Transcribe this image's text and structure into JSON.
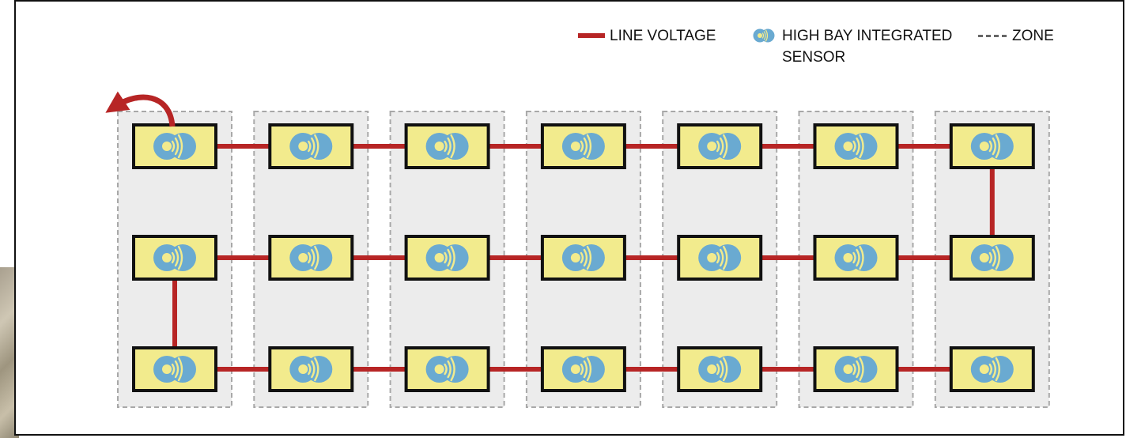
{
  "legend": {
    "line_voltage": "LINE VOLTAGE",
    "sensor": "HIGH BAY INTEGRATED",
    "sensor_line2": "SENSOR",
    "zone": "ZONE"
  },
  "layout": {
    "zones": 7,
    "rows": 3,
    "wiring": "serpentine"
  },
  "colors": {
    "line_voltage": "#b72525",
    "fixture_fill": "#f2eb8d",
    "sensor": "#6aaad1",
    "zone_fill": "#ececec",
    "zone_border": "#a8a8a8",
    "fixture_border": "#111111"
  },
  "icons": {
    "sensor": "high-bay-sensor-icon",
    "arrow": "continuation-arrow"
  }
}
